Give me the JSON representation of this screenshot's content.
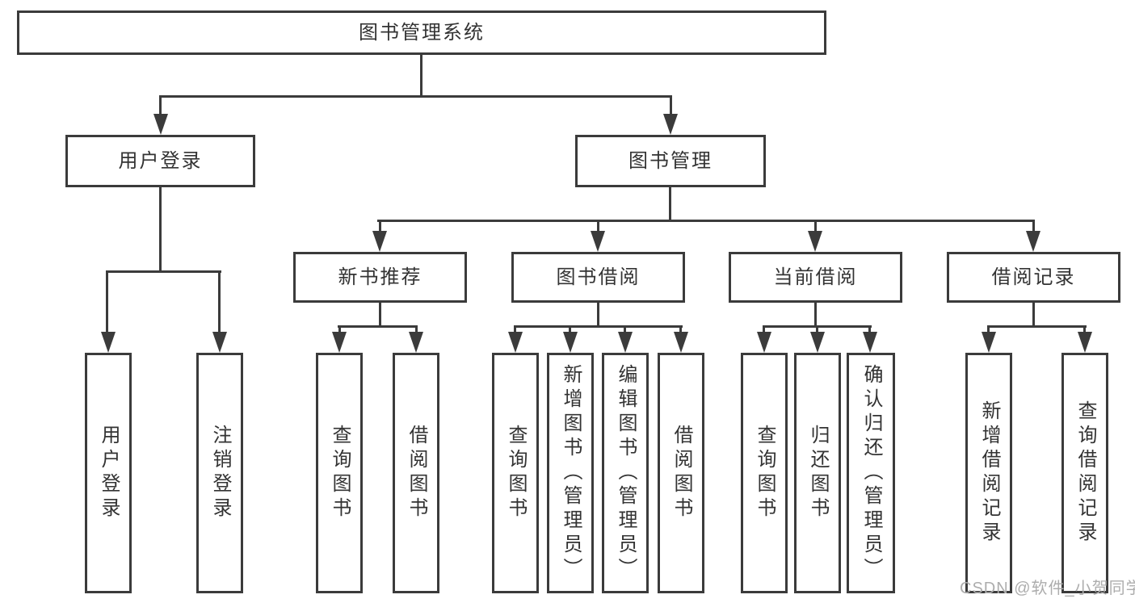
{
  "diagram": {
    "root": "图书管理系统",
    "level2": [
      "用户登录",
      "图书管理"
    ],
    "level3": [
      "新书推荐",
      "图书借阅",
      "当前借阅",
      "借阅记录"
    ],
    "leaves": [
      "用户登录",
      "注销登录",
      "查询图书",
      "借阅图书",
      "查询图书",
      "新增图书（管理员）",
      "编辑图书（管理员）",
      "借阅图书",
      "查询图书",
      "归还图书",
      "确认归还（管理员）",
      "新增借阅记录",
      "查询借阅记录"
    ],
    "watermark": "CSDN @软件_小贺同学",
    "colors": {
      "line": "#3b3b3b",
      "text": "#333333",
      "watermark": "#adadad",
      "background": "#ffffff"
    }
  }
}
